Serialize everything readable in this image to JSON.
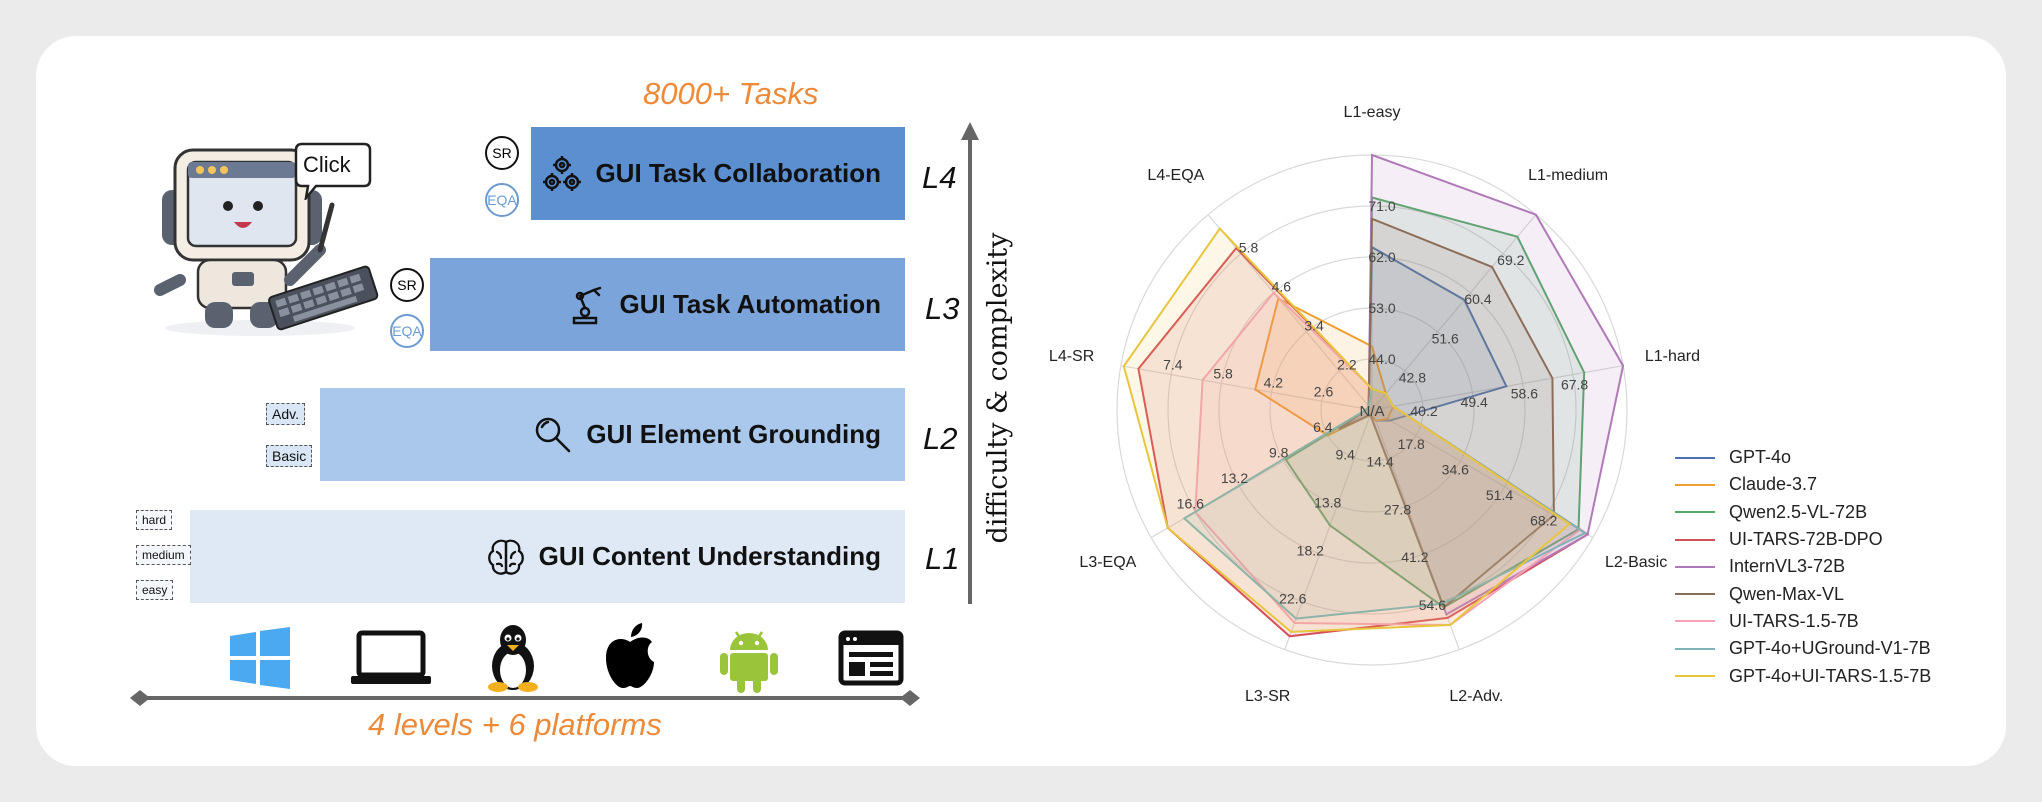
{
  "left": {
    "top_title": "8000+ Tasks",
    "bottom_title": "4 levels + 6 platforms",
    "robot_bubble": "Click",
    "axis_label": "difficulty & complexity",
    "levels": [
      {
        "name": "L4",
        "label": "GUI Task Collaboration",
        "icon": "gears-icon",
        "color": "#5b8fd0",
        "badges": [
          "SR",
          "EQA"
        ]
      },
      {
        "name": "L3",
        "label": "GUI Task Automation",
        "icon": "robot-arm-icon",
        "color": "#7ba5da",
        "badges": [
          "SR",
          "EQA"
        ]
      },
      {
        "name": "L2",
        "label": "GUI Element Grounding",
        "icon": "magnifier-icon",
        "color": "#a9c8ec",
        "tags": [
          "Adv.",
          "Basic"
        ]
      },
      {
        "name": "L1",
        "label": "GUI Content Understanding",
        "icon": "brain-icon",
        "color": "#dfe9f6",
        "tags": [
          "hard",
          "medium",
          "easy"
        ]
      }
    ],
    "platforms": [
      "windows-logo-icon",
      "laptop-icon",
      "linux-tux-icon",
      "apple-logo-icon",
      "android-logo-icon",
      "web-browser-icon"
    ]
  },
  "chart_data": {
    "type": "radar",
    "axes": [
      "L1-easy",
      "L1-medium",
      "L1-hard",
      "L2-Basic",
      "L2-Adv.",
      "L3-SR",
      "L3-EQA",
      "L4-SR",
      "L4-EQA"
    ],
    "axis_ranges": [
      [
        35,
        71
      ],
      [
        35,
        70.5
      ],
      [
        33,
        68.5
      ],
      [
        0,
        85
      ],
      [
        0,
        68
      ],
      [
        0,
        27
      ],
      [
        0,
        20
      ],
      [
        0,
        8.6
      ],
      [
        0,
        7
      ]
    ],
    "tick_labels": [
      [
        "44.0",
        "53.0",
        "62.0",
        "71.0"
      ],
      [
        "42.8",
        "51.6",
        "60.4",
        "69.2"
      ],
      [
        "40.2",
        "49.4",
        "58.6",
        "67.8"
      ],
      [
        "17.8",
        "34.6",
        "51.4",
        "68.2"
      ],
      [
        "14.4",
        "27.8",
        "41.2",
        "54.6"
      ],
      [
        "9.4",
        "13.8",
        "18.2",
        "22.6"
      ],
      [
        "6.4",
        "9.8",
        "13.2",
        "16.6"
      ],
      [
        "2.6",
        "4.2",
        "5.8",
        "7.4"
      ],
      [
        "2.2",
        "3.4",
        "4.6",
        "5.8"
      ]
    ],
    "na_label": "N/A",
    "series": [
      {
        "name": "GPT-4o",
        "color": "#4c72b0",
        "values": [
          58,
          55,
          52,
          7,
          3,
          0.5,
          3,
          0,
          0
        ]
      },
      {
        "name": "Claude-3.7",
        "color": "#f0a030",
        "values": [
          44,
          38,
          36,
          6,
          3,
          0.5,
          4,
          4,
          4
        ]
      },
      {
        "name": "Qwen2.5-VL-72B",
        "color": "#55a868",
        "values": [
          65,
          66.5,
          63,
          79.5,
          56,
          13,
          7.8,
          0,
          0
        ]
      },
      {
        "name": "UI-TARS-72B-DPO",
        "color": "#d6505a",
        "values": [
          38,
          38,
          36,
          83,
          59,
          25.5,
          18.5,
          8,
          5.8
        ]
      },
      {
        "name": "InternVL3-72B",
        "color": "#b07ab8",
        "values": [
          71,
          70.5,
          68.5,
          83,
          58,
          0.5,
          3,
          0,
          0
        ]
      },
      {
        "name": "Qwen-Max-VL",
        "color": "#8c6d5a",
        "values": [
          62,
          61,
          58.5,
          70,
          56,
          0.5,
          3,
          0,
          0
        ]
      },
      {
        "name": "UI-TARS-1.5-7B",
        "color": "#f4a3b5",
        "values": [
          38,
          38,
          36,
          80,
          61,
          24,
          16,
          5.8,
          4.2
        ]
      },
      {
        "name": "GPT-4o+UGround-V1-7B",
        "color": "#7fb3b8",
        "values": [
          38,
          38,
          36,
          82,
          55,
          23.5,
          17,
          0,
          0
        ]
      },
      {
        "name": "GPT-4o+UI-TARS-1.5-7B",
        "color": "#e8c53d",
        "values": [
          38,
          38,
          36,
          76,
          61,
          25,
          18.5,
          8.5,
          6.5
        ]
      }
    ]
  }
}
